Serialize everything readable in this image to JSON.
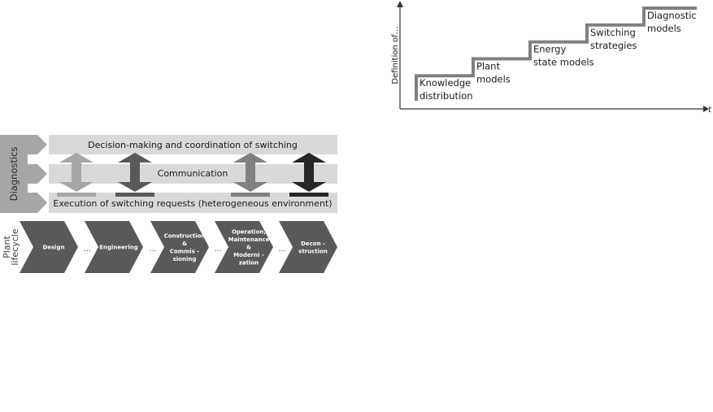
{
  "diagnostics_panel": {
    "label": "Diagnostics",
    "layers": [
      {
        "label": "Decision-making and coordination of switching"
      },
      {
        "label": "Communication"
      },
      {
        "label": "Execution of switching requests (heterogeneous environment)"
      }
    ],
    "arrows": [
      {
        "shade": "light",
        "color": "#a6a6a6"
      },
      {
        "shade": "dark",
        "color": "#595959"
      },
      {
        "shade": "medium",
        "color": "#808080"
      },
      {
        "shade": "black",
        "color": "#262626"
      }
    ]
  },
  "lifecycle": {
    "label_line1": "Plant",
    "label_line2": "lifecycle",
    "separator": "…",
    "phases": [
      {
        "lines": [
          "Design"
        ]
      },
      {
        "lines": [
          "Engineering"
        ]
      },
      {
        "lines": [
          "Construction",
          "&",
          "Commis -",
          "sioning"
        ]
      },
      {
        "lines": [
          "Operation,",
          "Maintenance",
          "&",
          "Moderni -",
          "zation"
        ]
      },
      {
        "lines": [
          "Decon -",
          "struction"
        ]
      }
    ]
  },
  "chart_data": {
    "type": "line",
    "title": "",
    "xlabel": "t",
    "ylabel": "Definition of…",
    "grid": false,
    "steps": [
      {
        "level": 1,
        "lines": [
          "Knowledge",
          "distribution"
        ]
      },
      {
        "level": 2,
        "lines": [
          "Plant",
          "models"
        ]
      },
      {
        "level": 3,
        "lines": [
          "Energy",
          "state models"
        ]
      },
      {
        "level": 4,
        "lines": [
          "Switching",
          "strategies"
        ]
      },
      {
        "level": 5,
        "lines": [
          "Diagnostic",
          "models"
        ]
      }
    ]
  },
  "colors": {
    "band": "#d9d9d9",
    "diagnostics": "#a6a6a6",
    "chevron": "#595959",
    "step_line": "#808080",
    "axis": "#333333"
  }
}
